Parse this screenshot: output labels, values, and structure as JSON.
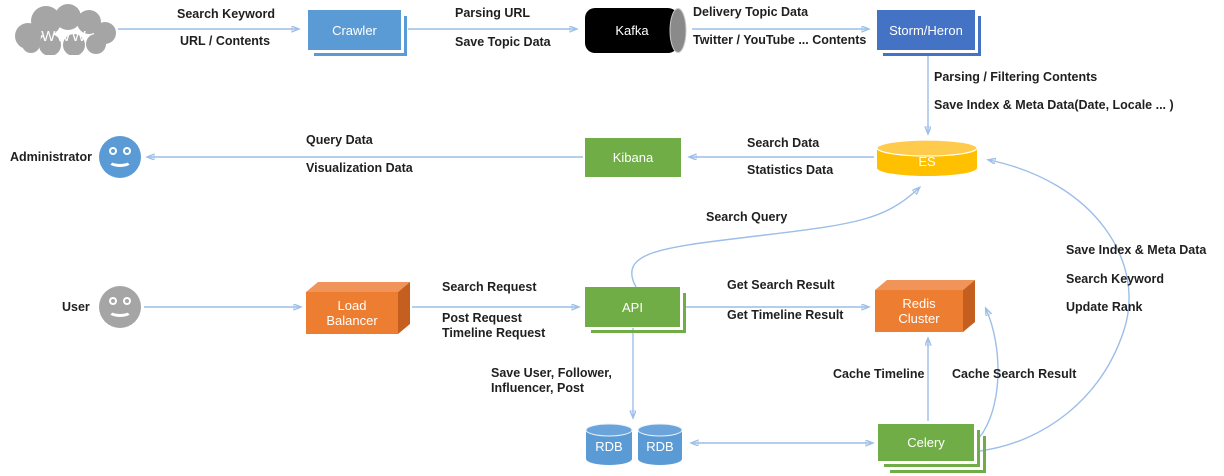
{
  "colors": {
    "arrow": "#9CBEE8",
    "arrowhead": "#5B9BD5",
    "blue": "#5B9BD5",
    "dark_blue": "#4472C4",
    "green": "#70AD47",
    "orange": "#ED7D31",
    "orange_top": "#F0945A",
    "orange_side": "#C55F20",
    "yellow": "#FFC000",
    "yellow_top": "#FFCB4D",
    "gray": "#A5A5A5",
    "kafka_black": "#000000",
    "kafka_cap": "#8A8A8A",
    "rdb_top": "#6BA4DA",
    "text": "#1F1F1F"
  },
  "nodes": {
    "www": "WWW",
    "crawler": "Crawler",
    "kafka": "Kafka",
    "storm_heron": "Storm/Heron",
    "es": "ES",
    "kibana": "Kibana",
    "administrator": "Administrator",
    "user": "User",
    "load_balancer": "Load\nBalancer",
    "api": "API",
    "redis_cluster": "Redis\nCluster",
    "rdb_left": "RDB",
    "rdb_right": "RDB",
    "celery": "Celery"
  },
  "edge_labels": {
    "www_crawler_top": "Search Keyword",
    "www_crawler_bottom": "URL / Contents",
    "crawler_kafka_top": "Parsing URL",
    "crawler_kafka_bottom": "Save Topic Data",
    "kafka_storm_top": "Delivery Topic Data",
    "kafka_storm_bottom": "Twitter / YouTube ... Contents",
    "storm_es_line1": "Parsing / Filtering Contents",
    "storm_es_line2": "Save Index & Meta Data(Date, Locale ... )",
    "es_kibana_top": "Search Data",
    "es_kibana_bottom": "Statistics Data",
    "kibana_admin_top": "Query Data",
    "kibana_admin_bottom": "Visualization Data",
    "api_es": "Search Query",
    "lb_api_top": "Search Request",
    "lb_api_bottom": "Post Request\nTimeline Request",
    "api_redis_top": "Get Search Result",
    "api_redis_bottom": "Get Timeline Result",
    "api_rdb": "Save User, Follower,\nInfluencer, Post",
    "celery_redis_vertical": "Cache Timeline",
    "celery_redis_curve": "Cache Search Result",
    "celery_es_line1": "Save Index & Meta Data",
    "celery_es_line2": "Search Keyword",
    "celery_es_line3": "Update Rank"
  }
}
